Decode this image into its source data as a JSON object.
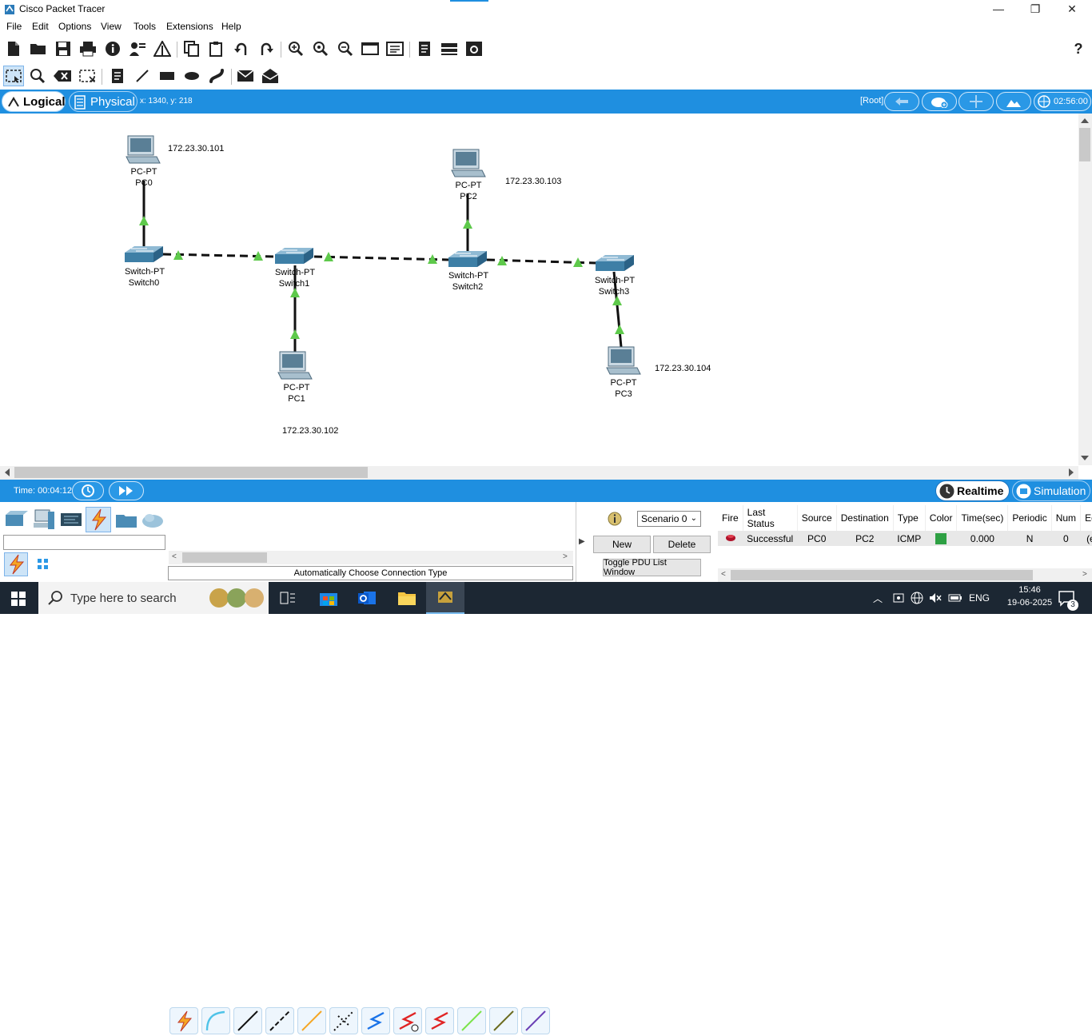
{
  "window": {
    "title": "Cisco Packet Tracer",
    "minimize": "—",
    "restore": "❐",
    "close": "✕"
  },
  "menu": [
    "File",
    "Edit",
    "Options",
    "View",
    "Tools",
    "Extensions",
    "Help"
  ],
  "help_glyph": "?",
  "tabs": {
    "logical": "Logical",
    "physical": "Physical"
  },
  "coords": "x: 1340, y: 218",
  "root": "[Root]",
  "clock": "02:56:00",
  "devices": [
    {
      "type": "PC-PT",
      "name": "PC0",
      "ip": "172.23.30.101"
    },
    {
      "type": "PC-PT",
      "name": "PC1",
      "ip": "172.23.30.102"
    },
    {
      "type": "PC-PT",
      "name": "PC2",
      "ip": "172.23.30.103"
    },
    {
      "type": "PC-PT",
      "name": "PC3",
      "ip": "172.23.30.104"
    },
    {
      "type": "Switch-PT",
      "name": "Switch0"
    },
    {
      "type": "Switch-PT",
      "name": "Switch1"
    },
    {
      "type": "Switch-PT",
      "name": "Switch2"
    },
    {
      "type": "Switch-PT",
      "name": "Switch3"
    }
  ],
  "status_bar": {
    "time": "Time: 00:04:12",
    "realtime": "Realtime",
    "simulation": "Simulation"
  },
  "connections_panel": {
    "caption": "Automatically Choose Connection Type"
  },
  "scenario": {
    "selected": "Scenario 0",
    "new": "New",
    "delete": "Delete",
    "toggle": "Toggle PDU List Window"
  },
  "pdu_table": {
    "headers": [
      "Fire",
      "Last Status",
      "Source",
      "Destination",
      "Type",
      "Color",
      "Time(sec)",
      "Periodic",
      "Num",
      "Ed"
    ],
    "rows": [
      {
        "last_status": "Successful",
        "source": "PC0",
        "destination": "PC2",
        "type": "ICMP",
        "color": "#2ea043",
        "time": "0.000",
        "periodic": "N",
        "num": "0",
        "edit": "(e"
      }
    ]
  },
  "taskbar": {
    "search_placeholder": "Type here to search",
    "lang": "ENG",
    "time": "15:46",
    "date": "19-06-2025",
    "notifications": "3"
  },
  "colors": {
    "blue_bar": "#1f8fe0",
    "link_ok": "#5ec94b"
  }
}
